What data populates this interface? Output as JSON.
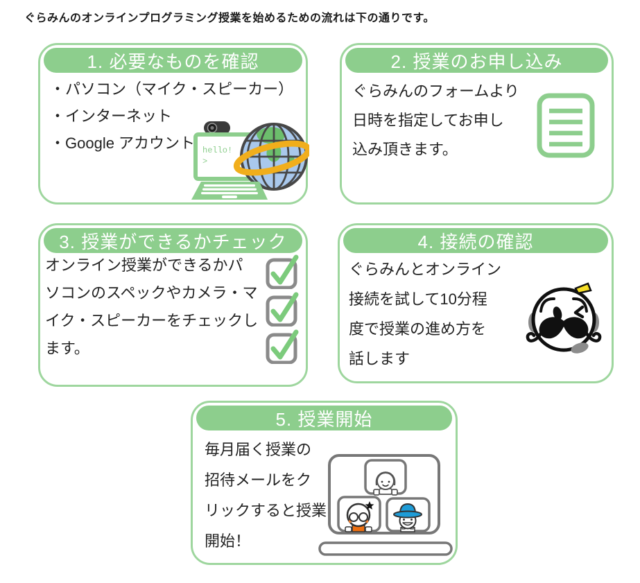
{
  "intro": "ぐらみんのオンラインプログラミング授業を始めるための流れは下の通りです。",
  "colors": {
    "pill_green": "#8dce8d",
    "card_border_green": "#9ed69e",
    "icon_green": "#8dce8d",
    "check_green": "#7ccb7c",
    "checkbox_gray": "#8a8a8a",
    "ring_yellow": "#f1ae1c",
    "globe_blue": "#a9c8ec",
    "continent_green": "#6cbe6c",
    "shirt_orange": "#ee6f10",
    "hat_blue": "#1e9cd7",
    "header_text": "#ffffff",
    "body_text": "#222222"
  },
  "steps": [
    {
      "title": "1. 必要なものを確認",
      "lines": [
        "・パソコン（マイク・スピーカー）",
        "・インターネット",
        "・Google アカウント"
      ],
      "illustration": "laptop-globe",
      "laptop_screen": {
        "line1": "hello!",
        "line2": ">"
      }
    },
    {
      "title": "2. 授業のお申し込み",
      "lines": [
        "ぐらみんのフォームより",
        "日時を指定してお申し",
        "込み頂きます。"
      ],
      "illustration": "application-form"
    },
    {
      "title": "3. 授業ができるかチェック",
      "lines": [
        "オンライン授業ができるかパ",
        "ソコンのスペックやカメラ・マ",
        "イク・スピーカーをチェックし",
        "ます。"
      ],
      "illustration": "three-checkboxes"
    },
    {
      "title": "4. 接続の確認",
      "lines": [
        "ぐらみんとオンライン",
        "接続を試して10分程",
        "度で授業の進め方を",
        "話します"
      ],
      "illustration": "mustache-mascot"
    },
    {
      "title": "5. 授業開始",
      "lines": [
        "毎月届く授業の",
        "招待メールをク",
        "リックすると授業",
        "開始！"
      ],
      "illustration": "video-call"
    }
  ]
}
